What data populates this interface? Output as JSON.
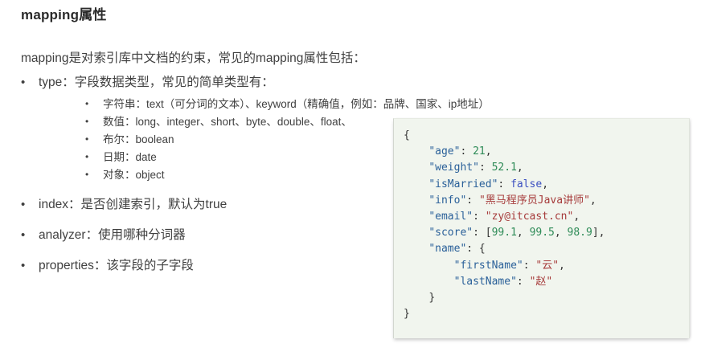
{
  "slide": {
    "title": "mapping属性",
    "intro": "mapping是对索引库中文档的约束，常见的mapping属性包括：",
    "bullets": [
      {
        "label": "type：字段数据类型，常见的简单类型有：",
        "children": [
          "字符串：text（可分词的文本）、keyword（精确值，例如：品牌、国家、ip地址）",
          "数值：long、integer、short、byte、double、float、",
          "布尔：boolean",
          "日期：date",
          "对象：object"
        ]
      },
      {
        "label": "index：是否创建索引，默认为true",
        "children": []
      },
      {
        "label": "analyzer：使用哪种分词器",
        "children": []
      },
      {
        "label": "properties：该字段的子字段",
        "children": []
      }
    ],
    "bullet_glyph": "•"
  },
  "code_block": {
    "language": "json",
    "background": "#f1f5ee",
    "colors": {
      "key": "#2a6099",
      "number": "#2e8b57",
      "boolean": "#3a4fc0",
      "string": "#a63b3b",
      "punctuation": "#333333"
    },
    "lines": [
      {
        "indent": 0,
        "tokens": [
          {
            "t": "punct",
            "v": "{"
          }
        ]
      },
      {
        "indent": 1,
        "tokens": [
          {
            "t": "key",
            "v": "\"age\""
          },
          {
            "t": "punct",
            "v": ": "
          },
          {
            "t": "num",
            "v": "21"
          },
          {
            "t": "punct",
            "v": ","
          }
        ]
      },
      {
        "indent": 1,
        "tokens": [
          {
            "t": "key",
            "v": "\"weight\""
          },
          {
            "t": "punct",
            "v": ": "
          },
          {
            "t": "num",
            "v": "52.1"
          },
          {
            "t": "punct",
            "v": ","
          }
        ]
      },
      {
        "indent": 1,
        "tokens": [
          {
            "t": "key",
            "v": "\"isMarried\""
          },
          {
            "t": "punct",
            "v": ": "
          },
          {
            "t": "bool",
            "v": "false"
          },
          {
            "t": "punct",
            "v": ","
          }
        ]
      },
      {
        "indent": 1,
        "tokens": [
          {
            "t": "key",
            "v": "\"info\""
          },
          {
            "t": "punct",
            "v": ": "
          },
          {
            "t": "str",
            "v": "\"黑马程序员Java讲师\""
          },
          {
            "t": "punct",
            "v": ","
          }
        ]
      },
      {
        "indent": 1,
        "tokens": [
          {
            "t": "key",
            "v": "\"email\""
          },
          {
            "t": "punct",
            "v": ": "
          },
          {
            "t": "str",
            "v": "\"zy@itcast.cn\""
          },
          {
            "t": "punct",
            "v": ","
          }
        ]
      },
      {
        "indent": 1,
        "tokens": [
          {
            "t": "key",
            "v": "\"score\""
          },
          {
            "t": "punct",
            "v": ": ["
          },
          {
            "t": "num",
            "v": "99.1"
          },
          {
            "t": "punct",
            "v": ", "
          },
          {
            "t": "num",
            "v": "99.5"
          },
          {
            "t": "punct",
            "v": ", "
          },
          {
            "t": "num",
            "v": "98.9"
          },
          {
            "t": "punct",
            "v": "],"
          }
        ]
      },
      {
        "indent": 1,
        "tokens": [
          {
            "t": "key",
            "v": "\"name\""
          },
          {
            "t": "punct",
            "v": ": {"
          }
        ]
      },
      {
        "indent": 2,
        "tokens": [
          {
            "t": "key",
            "v": "\"firstName\""
          },
          {
            "t": "punct",
            "v": ": "
          },
          {
            "t": "str",
            "v": "\"云\""
          },
          {
            "t": "punct",
            "v": ","
          }
        ]
      },
      {
        "indent": 2,
        "tokens": [
          {
            "t": "key",
            "v": "\"lastName\""
          },
          {
            "t": "punct",
            "v": ": "
          },
          {
            "t": "str",
            "v": "\"赵\""
          }
        ]
      },
      {
        "indent": 1,
        "tokens": [
          {
            "t": "punct",
            "v": "}"
          }
        ]
      },
      {
        "indent": 0,
        "tokens": [
          {
            "t": "punct",
            "v": "}"
          }
        ]
      }
    ]
  }
}
